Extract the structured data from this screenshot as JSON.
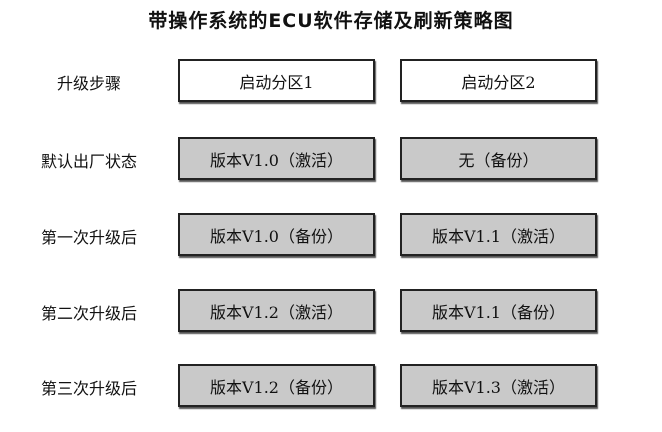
{
  "title": "带操作系统的ECU软件存储及刷新策略图",
  "header": {
    "label": "升级步骤",
    "partitions": [
      "启动分区1",
      "启动分区2"
    ]
  },
  "rows": [
    {
      "label": "默认出厂状态",
      "p1": "版本V1.0（激活）",
      "p2": "无（备份）"
    },
    {
      "label": "第一次升级后",
      "p1": "版本V1.0（备份）",
      "p2": "版本V1.1（激活）"
    },
    {
      "label": "第二次升级后",
      "p1": "版本V1.2（激活）",
      "p2": "版本V1.1（备份）"
    },
    {
      "label": "第三次升级后",
      "p1": "版本V1.2（备份）",
      "p2": "版本V1.3（激活）"
    }
  ]
}
